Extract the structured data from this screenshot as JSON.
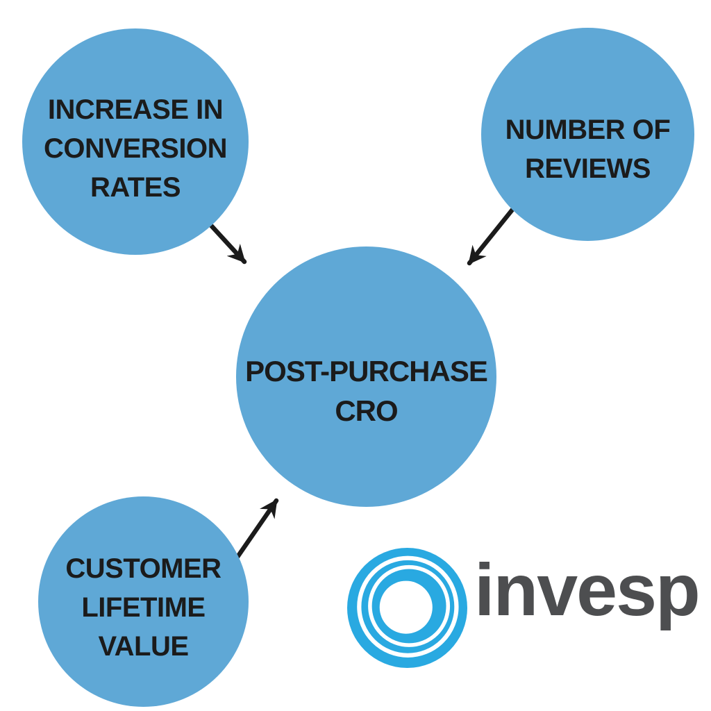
{
  "colors": {
    "circle_fill": "#5FA8D6",
    "text": "#1b1b1b",
    "arrow": "#1b1b1b",
    "logo_blue": "#29A9E1",
    "logo_text_color": "#4D4E50",
    "background": "#ffffff"
  },
  "diagram": {
    "center_node": {
      "id": "post-purchase-cro",
      "lines": [
        "POST-PURCHASE",
        "CRO"
      ]
    },
    "nodes": [
      {
        "id": "increase-in-conversion-rates",
        "lines": [
          "INCREASE IN",
          "CONVERSION",
          "RATES"
        ]
      },
      {
        "id": "number-of-reviews",
        "lines": [
          "NUMBER OF",
          "REVIEWS"
        ]
      },
      {
        "id": "customer-lifetime-value",
        "lines": [
          "CUSTOMER",
          "LIFETIME",
          "VALUE"
        ]
      }
    ],
    "connections": [
      {
        "from": "increase-in-conversion-rates",
        "to": "post-purchase-cro"
      },
      {
        "from": "number-of-reviews",
        "to": "post-purchase-cro"
      },
      {
        "from": "customer-lifetime-value",
        "to": "post-purchase-cro"
      }
    ]
  },
  "logo": {
    "brand": "invesp",
    "mark": "concentric-swirl-icon"
  }
}
